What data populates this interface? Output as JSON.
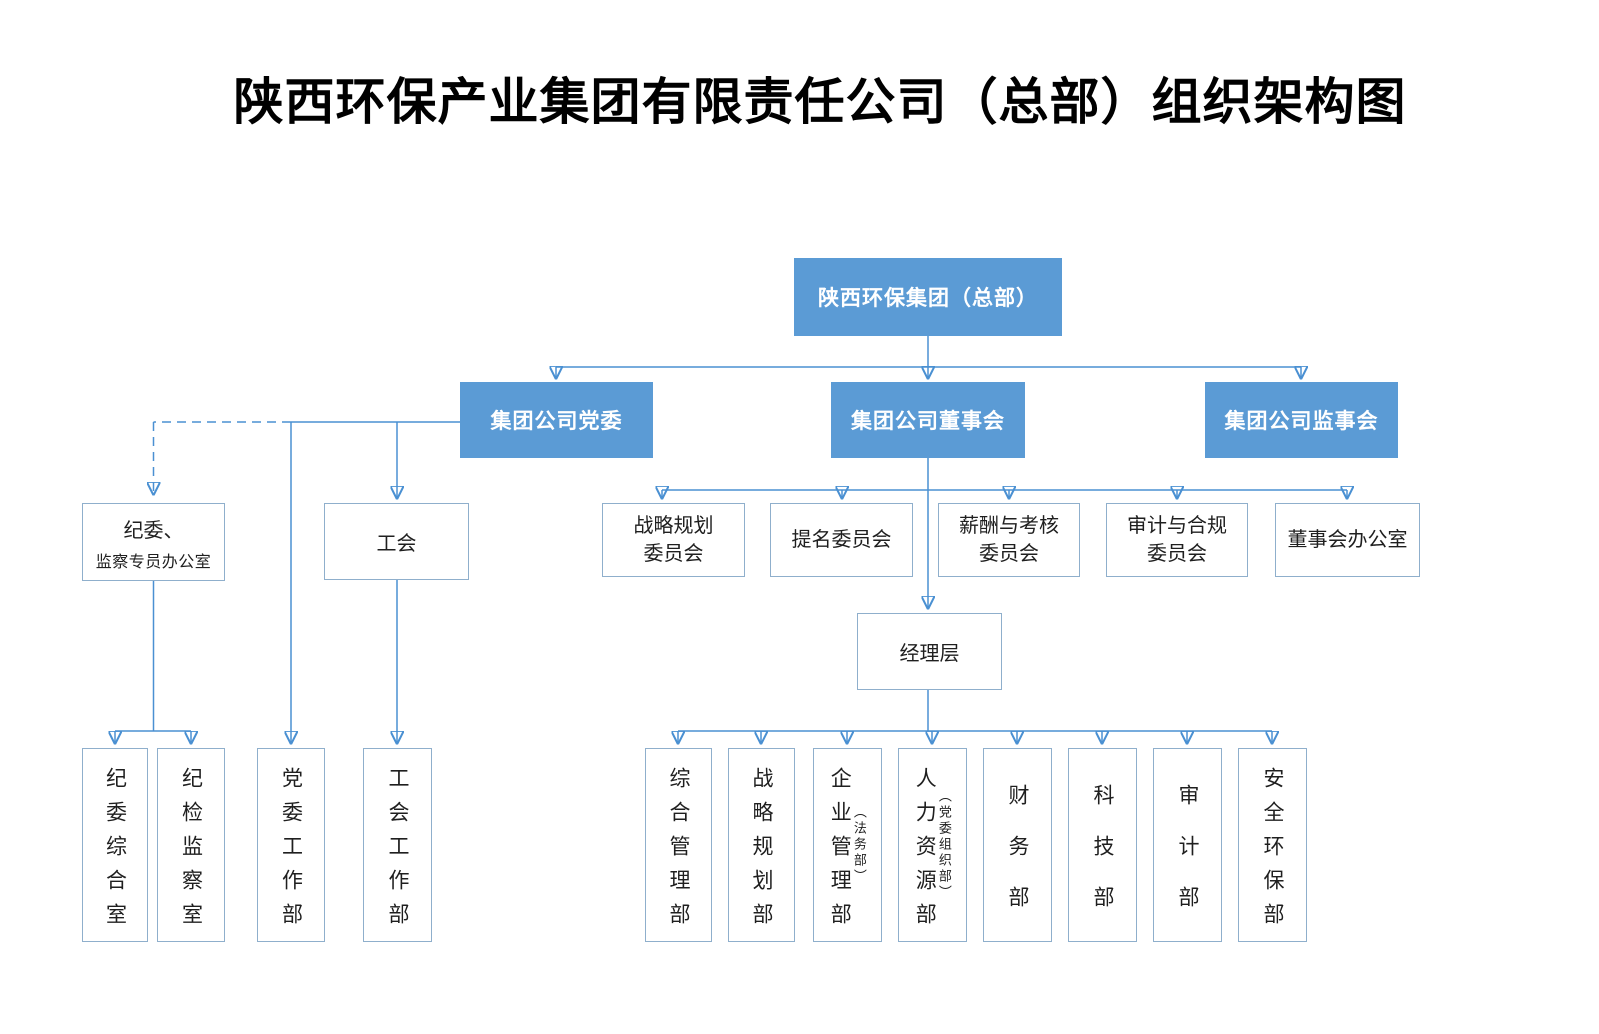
{
  "title": "陕西环保产业集团有限责任公司（总部）组织架构图",
  "colors": {
    "node_fill_blue": "#5B9BD5",
    "node_text_white": "#FFFFFF",
    "connector_blue": "#4A90D2",
    "node_border_light": "#8FAFCC",
    "text_black": "#1F1F1F"
  },
  "org": {
    "root": {
      "label": "陕西环保集团（总部）"
    },
    "level2": {
      "party_committee": {
        "label": "集团公司党委"
      },
      "board_of_directors": {
        "label": "集团公司董事会"
      },
      "supervisory_board": {
        "label": "集团公司监事会"
      }
    },
    "party_branch": {
      "discipline_office": {
        "line1": "纪委、",
        "line2": "监察专员办公室"
      },
      "labor_union": {
        "label": "工会"
      },
      "sub_departments": [
        "纪委综合室",
        "纪检监察室",
        "党委工作部",
        "工会工作部"
      ]
    },
    "board_committees": [
      {
        "line1": "战略规划",
        "line2": "委员会"
      },
      {
        "line1": "提名委员会",
        "line2": ""
      },
      {
        "line1": "薪酬与考核",
        "line2": "委员会"
      },
      {
        "line1": "审计与合规",
        "line2": "委员会"
      },
      {
        "line1": "董事会办公室",
        "line2": ""
      }
    ],
    "management_level": {
      "label": "经理层"
    },
    "management_departments": [
      {
        "name": "综合管理部",
        "annotation": ""
      },
      {
        "name": "战略规划部",
        "annotation": ""
      },
      {
        "name": "企业管理部",
        "annotation": "（法务部）"
      },
      {
        "name": "人力资源部",
        "annotation": "（党委组织部）"
      },
      {
        "name": "财务部",
        "annotation": ""
      },
      {
        "name": "科技部",
        "annotation": ""
      },
      {
        "name": "审计部",
        "annotation": ""
      },
      {
        "name": "安全环保部",
        "annotation": ""
      }
    ]
  }
}
